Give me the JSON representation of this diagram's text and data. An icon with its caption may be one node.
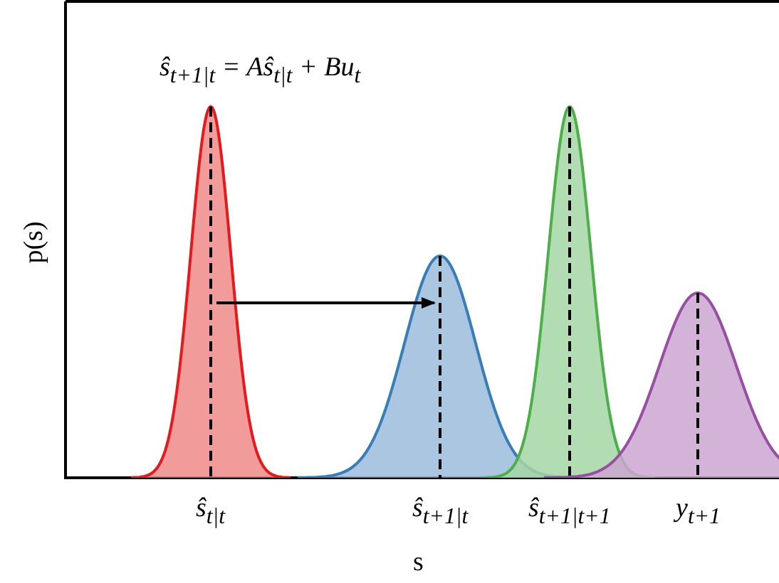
{
  "diagram": {
    "nodes": [
      {
        "text": [],
        "shape": "curve",
        "beside": [
          "ŝ$_{t|t}$"
        ]
      },
      {
        "text": [],
        "shape": "curve",
        "beside": [
          "ŝ$_{t+1|t}$"
        ]
      },
      {
        "text": [],
        "shape": "curve",
        "beside": [
          "ŝ$_{t+1|t+1}$"
        ]
      },
      {
        "text": [],
        "shape": "curve",
        "beside": [
          "y$_{t+1}$"
        ]
      }
    ],
    "edges": [
      {
        "from": 0,
        "to": 1,
        "arrow": "to"
      }
    ],
    "labels": [
      "ŝ$_{t+1|t}$ = Aŝ$_{t|t}$ + Bu$_{t}$",
      "p(s)",
      "s"
    ]
  }
}
